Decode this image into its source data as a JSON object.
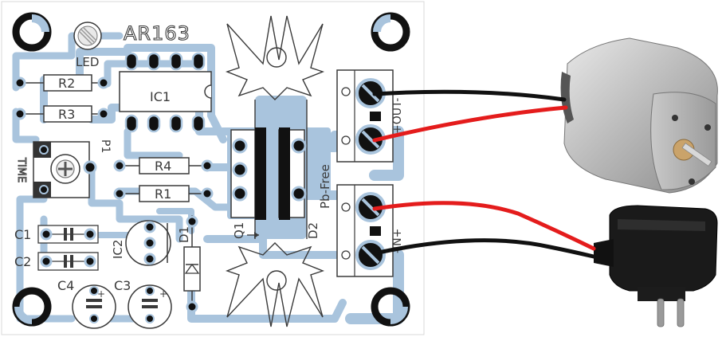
{
  "board": {
    "title": "AR163",
    "pb_free": "Pb-Free",
    "time_label": "TIME",
    "terminal_out": "+OUT-",
    "terminal_in": "-IN+"
  },
  "components": {
    "led": "LED",
    "ic1": "IC1",
    "ic2": "IC2",
    "r1": "R1",
    "r2": "R2",
    "r3": "R3",
    "r4": "R4",
    "p1": "P1",
    "c1": "C1",
    "c2": "C2",
    "c3": "C3",
    "c4": "C4",
    "d1": "D1",
    "d2": "D2",
    "q1": "Q1"
  },
  "colors": {
    "copper": "#a9c4dd",
    "copper_dark": "#8fb0cf",
    "silkscreen": "#3a3a3a",
    "wire_red": "#e41c1c",
    "wire_black": "#111111"
  }
}
